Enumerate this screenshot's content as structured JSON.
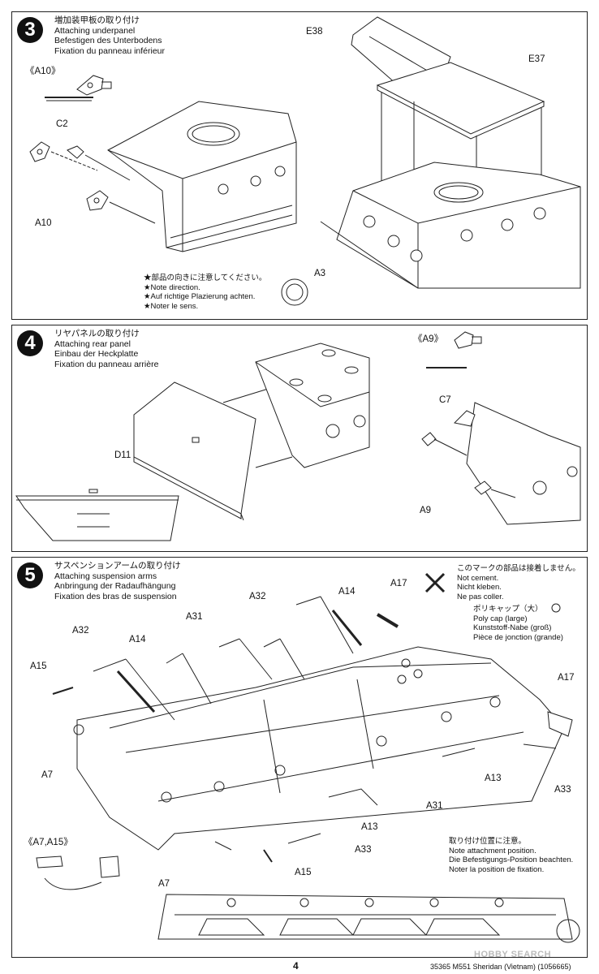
{
  "steps": [
    {
      "number": "3",
      "title_jp": "増加装甲板の取り付け",
      "title_en": "Attaching underpanel",
      "title_de": "Befestigen des Unterbodens",
      "title_fr": "Fixation du panneau inférieur",
      "inset_label": "《A10》",
      "labels": {
        "c2": "C2",
        "a10": "A10",
        "e38": "E38",
        "e37": "E37",
        "a3": "A3"
      },
      "note": [
        "★部品の向きに注意してください。",
        "★Note direction.",
        "★Auf richtige Plazierung achten.",
        "★Noter le sens."
      ]
    },
    {
      "number": "4",
      "title_jp": "リヤパネルの取り付け",
      "title_en": "Attaching rear panel",
      "title_de": "Einbau der Heckplatte",
      "title_fr": "Fixation du panneau arrière",
      "inset_label": "《A9》",
      "labels": {
        "d11": "D11",
        "c7": "C7",
        "a9": "A9"
      }
    },
    {
      "number": "5",
      "title_jp": "サスペンションアームの取り付け",
      "title_en": "Attaching suspension arms",
      "title_de": "Anbringung der Radaufhängung",
      "title_fr": "Fixation des bras de suspension",
      "inset_label": "《A7,A15》",
      "labels": {
        "a32": "A32",
        "a14": "A14",
        "a31": "A31",
        "a17": "A17",
        "a15": "A15",
        "a7": "A7",
        "a13": "A13",
        "a33": "A33"
      },
      "cement_note": [
        "このマークの部品は接着しません。",
        "Not cement.",
        "Nicht kleben.",
        "Ne pas coller."
      ],
      "polycap_note": [
        "ポリキャップ（大）",
        "Poly cap (large)",
        "Kunststoff-Nabe (groß)",
        "Pièce de jonction (grande)"
      ],
      "position_note": [
        "取り付け位置に注意。",
        "Note attachment position.",
        "Die Befestigungs-Position beachten.",
        "Noter la position de fixation."
      ]
    }
  ],
  "footer": {
    "page_number": "4",
    "code": "35365  M551 Sheridan (Vietnam) (1056665)",
    "watermark": "HOBBY SEARCH"
  }
}
